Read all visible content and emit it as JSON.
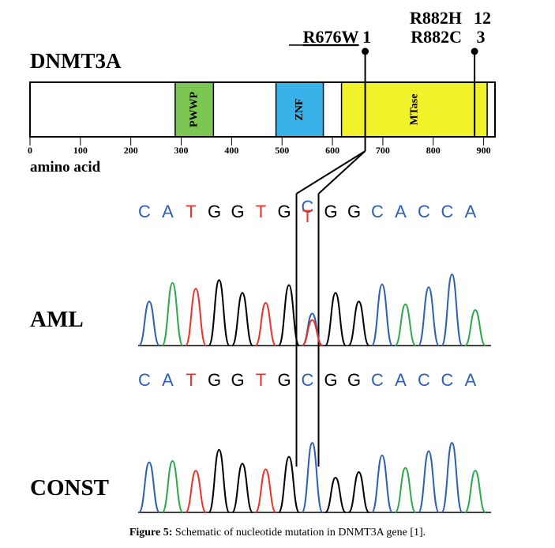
{
  "gene_name": "DNMT3A",
  "axis_label": "amino acid",
  "axis": {
    "min": 0,
    "max": 910,
    "ticks": [
      0,
      100,
      200,
      300,
      400,
      500,
      600,
      700,
      800,
      900
    ]
  },
  "domains": [
    {
      "name": "PWWP",
      "start": 288,
      "end": 364,
      "color": "#7cc653"
    },
    {
      "name": "ZNF",
      "start": 488,
      "end": 582,
      "color": "#37b1e8"
    },
    {
      "name": "MTase",
      "start": 618,
      "end": 907,
      "color": "#f2f22b"
    }
  ],
  "mutations": [
    {
      "label": "R676W",
      "count": "1",
      "position": 665,
      "underline": true
    },
    {
      "label": "R882H",
      "count": "12",
      "position": 882,
      "underline": false
    },
    {
      "label": "R882C",
      "count": "3",
      "position": 882,
      "underline": false
    }
  ],
  "base_colors": {
    "A": "#2e5fb4",
    "C": "#2e5fb4",
    "G": "#000000",
    "T": "#e8332a"
  },
  "samples": [
    {
      "name": "AML",
      "sequence": [
        "C",
        "A",
        "T",
        "G",
        "G",
        "T",
        "G",
        "C/T",
        "G",
        "G",
        "C",
        "A",
        "C",
        "C",
        "A"
      ],
      "trace_colors": [
        "#2e5fb4",
        "#2ea84a",
        "#e8332a",
        "#000000",
        "#000000",
        "#e8332a",
        "#000000",
        "#2e5fb4",
        "#000000",
        "#000000",
        "#2e5fb4",
        "#2ea84a",
        "#2e5fb4",
        "#2e5fb4",
        "#2ea84a"
      ],
      "trace_heights": [
        0.62,
        0.88,
        0.8,
        0.92,
        0.74,
        0.6,
        0.85,
        0.45,
        0.74,
        0.62,
        0.86,
        0.58,
        0.82,
        1.0,
        0.5
      ],
      "secondary_peak": {
        "index": 7,
        "height": 0.36,
        "color": "#e8332a"
      }
    },
    {
      "name": "CONST",
      "sequence": [
        "C",
        "A",
        "T",
        "G",
        "G",
        "T",
        "G",
        "C",
        "G",
        "G",
        "C",
        "A",
        "C",
        "C",
        "A"
      ],
      "trace_colors": [
        "#2e5fb4",
        "#2ea84a",
        "#e8332a",
        "#000000",
        "#000000",
        "#e8332a",
        "#000000",
        "#2e5fb4",
        "#000000",
        "#000000",
        "#2e5fb4",
        "#2ea84a",
        "#2e5fb4",
        "#2e5fb4",
        "#2ea84a"
      ],
      "trace_heights": [
        0.72,
        0.74,
        0.6,
        0.9,
        0.7,
        0.62,
        0.8,
        1.0,
        0.5,
        0.58,
        0.82,
        0.64,
        0.88,
        1.0,
        0.6
      ],
      "secondary_peak": null
    }
  ],
  "caption": {
    "bold": "Figure 5:",
    "text": " Schematic of nucleotide mutation in DNMT3A gene [1]."
  }
}
